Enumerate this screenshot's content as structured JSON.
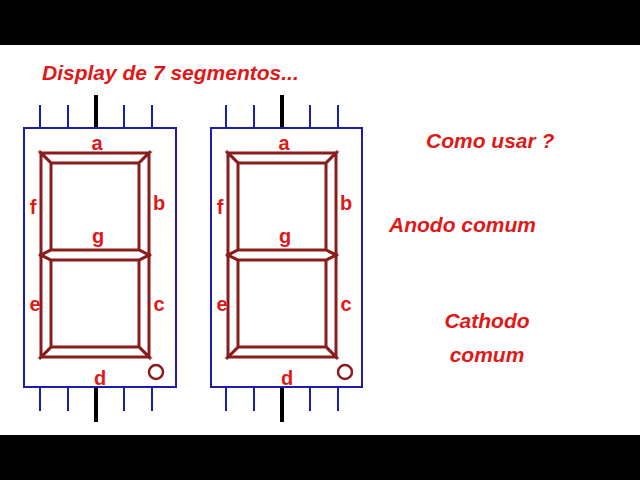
{
  "diagram": {
    "title": "Display de 7 segmentos...",
    "nodes": [
      {
        "text": [
          "a",
          "b",
          "c",
          "d",
          "e",
          "f",
          "g"
        ]
      },
      {
        "text": [
          "a",
          "b",
          "c",
          "d",
          "e",
          "f",
          "g"
        ]
      }
    ],
    "labels": [
      "Como usar ?",
      "Anodo comum",
      "Cathodo comum"
    ]
  }
}
